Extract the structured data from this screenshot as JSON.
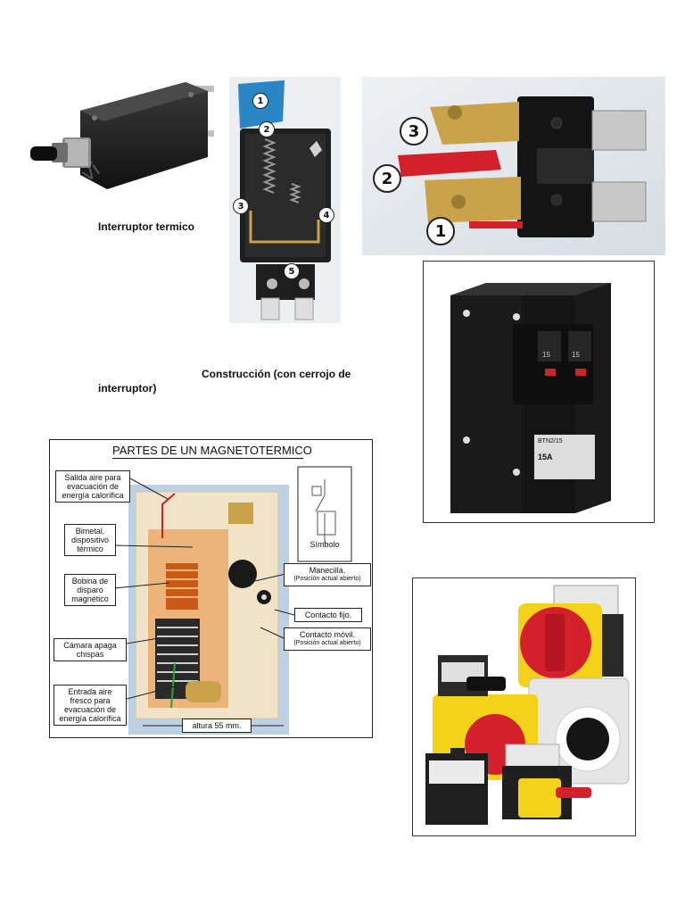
{
  "captions": {
    "thermal": "Interruptor termico",
    "construction_line1": "Construcción (con cerrojo de",
    "construction_line2": "interruptor)"
  },
  "diagram": {
    "title": "PARTES DE UN MAGNETOTERMICO",
    "symbol_label": "Símbolo",
    "labels": {
      "salida_aire": "Salida aire para evacuación de energía calorífica",
      "bimetal": "Bimetal, dispositivo térmico",
      "bobina": "Bobina de disparo magnético",
      "camara": "Cámara apaga chispas",
      "entrada_aire": "Entrada aire fresco para evacuación de energía calorífica",
      "manecilla": "Manecilla.",
      "manecilla_sub": "(Posición actual abierto)",
      "contacto_fijo": "Contacto fijo.",
      "contacto_movil": "Contacto móvil.",
      "contacto_movil_sub": "(Posición actual abierto)",
      "altura": "altura 55 mm."
    }
  },
  "construction_numbers": [
    "1",
    "2",
    "3",
    "4",
    "5"
  ],
  "relay_numbers": [
    "3",
    "2",
    "1"
  ],
  "breaker_label": {
    "model": "BTN2/15",
    "rating": "15A",
    "handle_left": "15",
    "handle_right": "15"
  },
  "colors": {
    "housing": "#1c1c1c",
    "brass": "#c9a24a",
    "red_lever": "#d4202a",
    "yellow": "#f3d21a",
    "diagram_bg": "#bcd0e6"
  }
}
